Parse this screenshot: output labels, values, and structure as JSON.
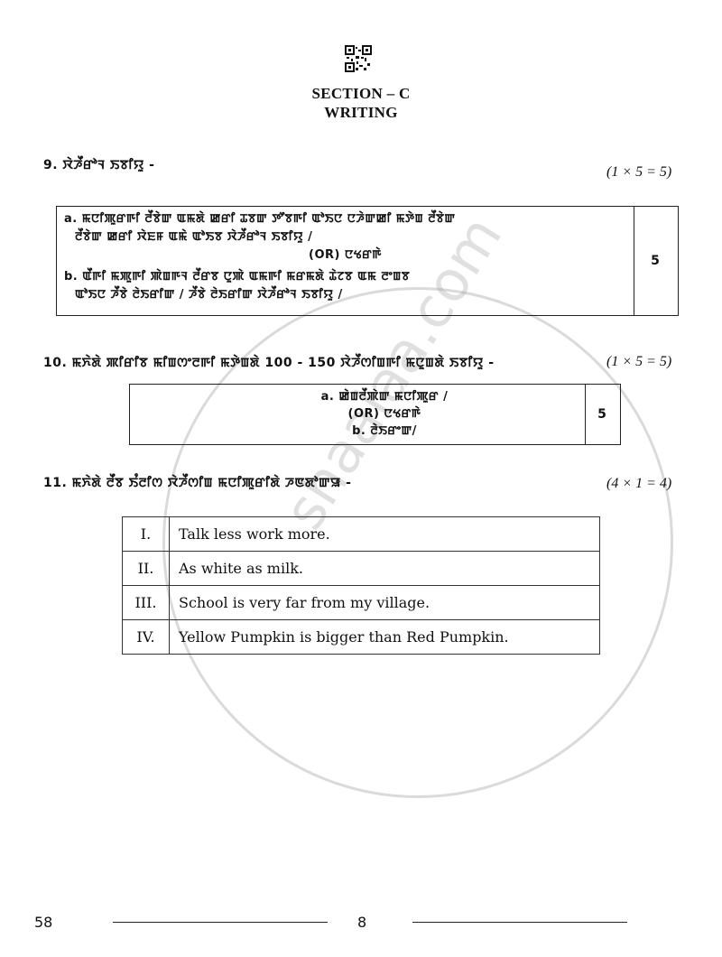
{
  "section": {
    "title": "SECTION – C",
    "subtitle": "WRITING"
  },
  "q9": {
    "label": "9. ꯋꯥꯍꯩꯔꯣꯜ ꯏꯕꯤꯌꯨ -",
    "marks": "(1 × 5 = 5)",
    "option_a_line1": "a. ꯃꯅꯤꯄꯨꯔꯒꯤ ꯂꯩꯕꯥꯛ ꯑꯃꯗꯥ ꯀꯔꯤ ꯊꯕꯛ ꯇꯧꯕꯒꯤ ꯑꯣꯏꯅ ꯅꯍꯥꯛꯀꯤ ꯃꯇꯥꯡ ꯂꯩꯕꯥꯛ",
    "option_a_line2": "ꯂꯩꯕꯥꯛ ꯀꯔꯤ ꯋꯥꯐꯝ ꯑꯃꯥ ꯑꯣꯏꯕ ꯋꯥꯍꯩꯔꯣꯜ ꯏꯕꯤꯌꯨ /",
    "or_text": "(OR) ꯅꯠꯔꯒꯥ",
    "option_b_line1": "b. ꯑꯩꯒꯤ     ꯃꯄꯨꯒꯤ ꯄꯥꯡꯒꯜ ꯂꯩꯔꯕ ꯅꯨꯄꯥ ꯑꯃꯒꯤ ꯃꯔꯃꯗꯥ ꯊꯥꯖꯕ ꯑꯃ ꯂꯦꯡꯕ",
    "option_b_line2": "ꯑꯣꯏꯅ ꯍꯩꯕꯥ ꯂꯥꯏꯔꯤꯛ / ꯍꯩꯕꯥ ꯂꯥꯏꯔꯤꯛ ꯋꯥꯍꯩꯔꯣꯜ ꯏꯕꯤꯌꯨ /",
    "box_marks": "5"
  },
  "q10": {
    "label": "10. ꯃꯈꯥꯗꯥ ꯄꯤꯔꯤꯕ ꯃꯤꯡꯁꯦꯂꯒꯤ ꯃꯇꯥꯡꯗꯥ 100 - 150 ꯋꯥꯍꯩꯁꯤꯡꯒꯤ ꯃꯅꯨꯡꯗꯥ ꯏꯕꯤꯌꯨ -",
    "marks": "(1 × 5 = 5)",
    "option_a": "a. ꯀꯥꯡꯂꯩꯄꯥꯛ ꯃꯅꯤꯄꯨꯔ /",
    "or_text": "(OR) ꯅꯠꯔꯒꯥ",
    "option_b": "b. ꯂꯥꯏꯔꯦꯛ/",
    "box_marks": "5"
  },
  "q11": {
    "label": "11. ꯃꯈꯥꯗꯥ ꯂꯩꯕ ꯏꯪꯂꯤꯁ ꯋꯥꯍꯩꯁꯤꯡ ꯃꯅꯤꯄꯨꯔꯤꯗꯥ ꯍꯟꯗꯣꯛꯎ -",
    "marks": "(4 × 1 = 4)",
    "rows": [
      {
        "num": "I.",
        "text": "Talk less work more."
      },
      {
        "num": "II.",
        "text": "As white as milk."
      },
      {
        "num": "III.",
        "text": "School is very far from my village."
      },
      {
        "num": "IV.",
        "text": "Yellow Pumpkin is bigger than Red Pumpkin."
      }
    ]
  },
  "footer": {
    "left_number": "58",
    "page_number": "8"
  },
  "watermark": {
    "text": "shaalaa.com"
  }
}
